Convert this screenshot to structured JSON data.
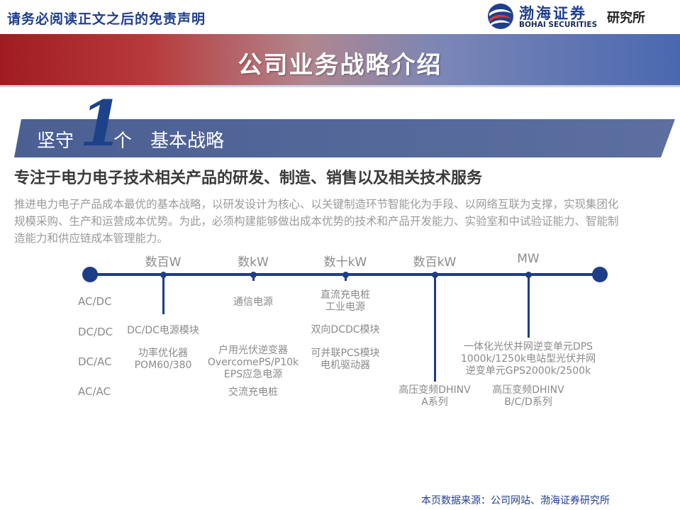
{
  "header": {
    "disclaimer": "请务必阅读正文之后的免责声明",
    "logo": {
      "cn": "渤海证券",
      "en": "BOHAI SECURITIES",
      "dept": "研究所"
    },
    "title": "公司业务战略介绍",
    "colors": {
      "title_bar_start": "#a01c22",
      "title_bar_end": "#4a68b0",
      "brand_blue": "#1f3e8e"
    }
  },
  "strategy": {
    "lead": "坚守",
    "number": "1",
    "unit": "个",
    "label": "基本战略",
    "subtitle": "专注于电力电子技术相关产品的研发、制造、销售以及相关技术服务",
    "description_lines": [
      "推进电力电子产品成本最优的基本战略，以研发设计为核心、以关键制造环节智能化为手段、以网络互联为支撑，实现集团化",
      "规模采购、生产和运营成本优势。为此，必须构建能够做出成本优势的技术和产品开发能力、实验室和中试验证能力、智能制",
      "造能力和供应链成本管理能力。"
    ]
  },
  "timeline": {
    "categories": [
      "AC/DC",
      "DC/DC",
      "DC/AC",
      "AC/AC"
    ],
    "nodes": [
      {
        "power": "数百W",
        "products": [
          "DC/DC电源模块",
          "功率优化器",
          "POM60/380"
        ]
      },
      {
        "power": "数kW",
        "products": [
          "通信电源",
          "户用光伏逆变器",
          "OvercomePS/P10k",
          "EPS应急电源",
          "交流充电桩"
        ]
      },
      {
        "power": "数十kW",
        "products": [
          "直流充电桩",
          "工业电源",
          "双向DCDC模块",
          "可并联PCS模块",
          "电机驱动器"
        ]
      },
      {
        "power": "数百kW",
        "products": [
          "高压变频DHINV",
          "A系列"
        ]
      },
      {
        "power": "MW",
        "products": [
          "一体化光伏并网逆变单元DPS",
          "1000k/1250k电站型光伏并网",
          "逆变单元GPS2000k/2500k",
          "高压变频DHINV",
          "B/C/D系列"
        ]
      }
    ]
  },
  "footer": {
    "source": "本页数据来源：公司网站、渤海证券研究所"
  }
}
